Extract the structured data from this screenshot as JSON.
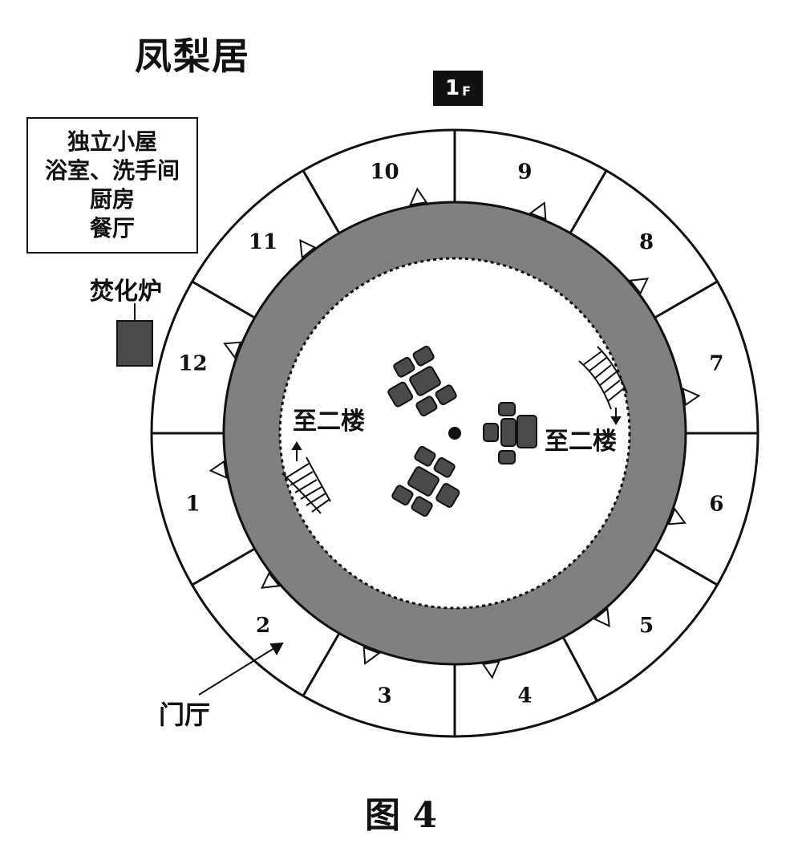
{
  "title": "凤梨居",
  "floor_badge": {
    "number": "1",
    "letter": "F"
  },
  "legend": {
    "lines": [
      "独立小屋",
      "浴室、洗手间",
      "厨房",
      "餐厅"
    ]
  },
  "incinerator": {
    "label": "焚化炉",
    "color": "#4a4a4a"
  },
  "rooms": [
    "1",
    "2",
    "3",
    "4",
    "5",
    "6",
    "7",
    "8",
    "9",
    "10",
    "11",
    "12"
  ],
  "stairs": {
    "left_label": "至二楼",
    "right_label": "至二楼"
  },
  "entrance": {
    "label": "门厅"
  },
  "caption": "图 4",
  "colors": {
    "corridor": "#808080",
    "furniture": "#4a4a4a",
    "ink": "#111111"
  }
}
